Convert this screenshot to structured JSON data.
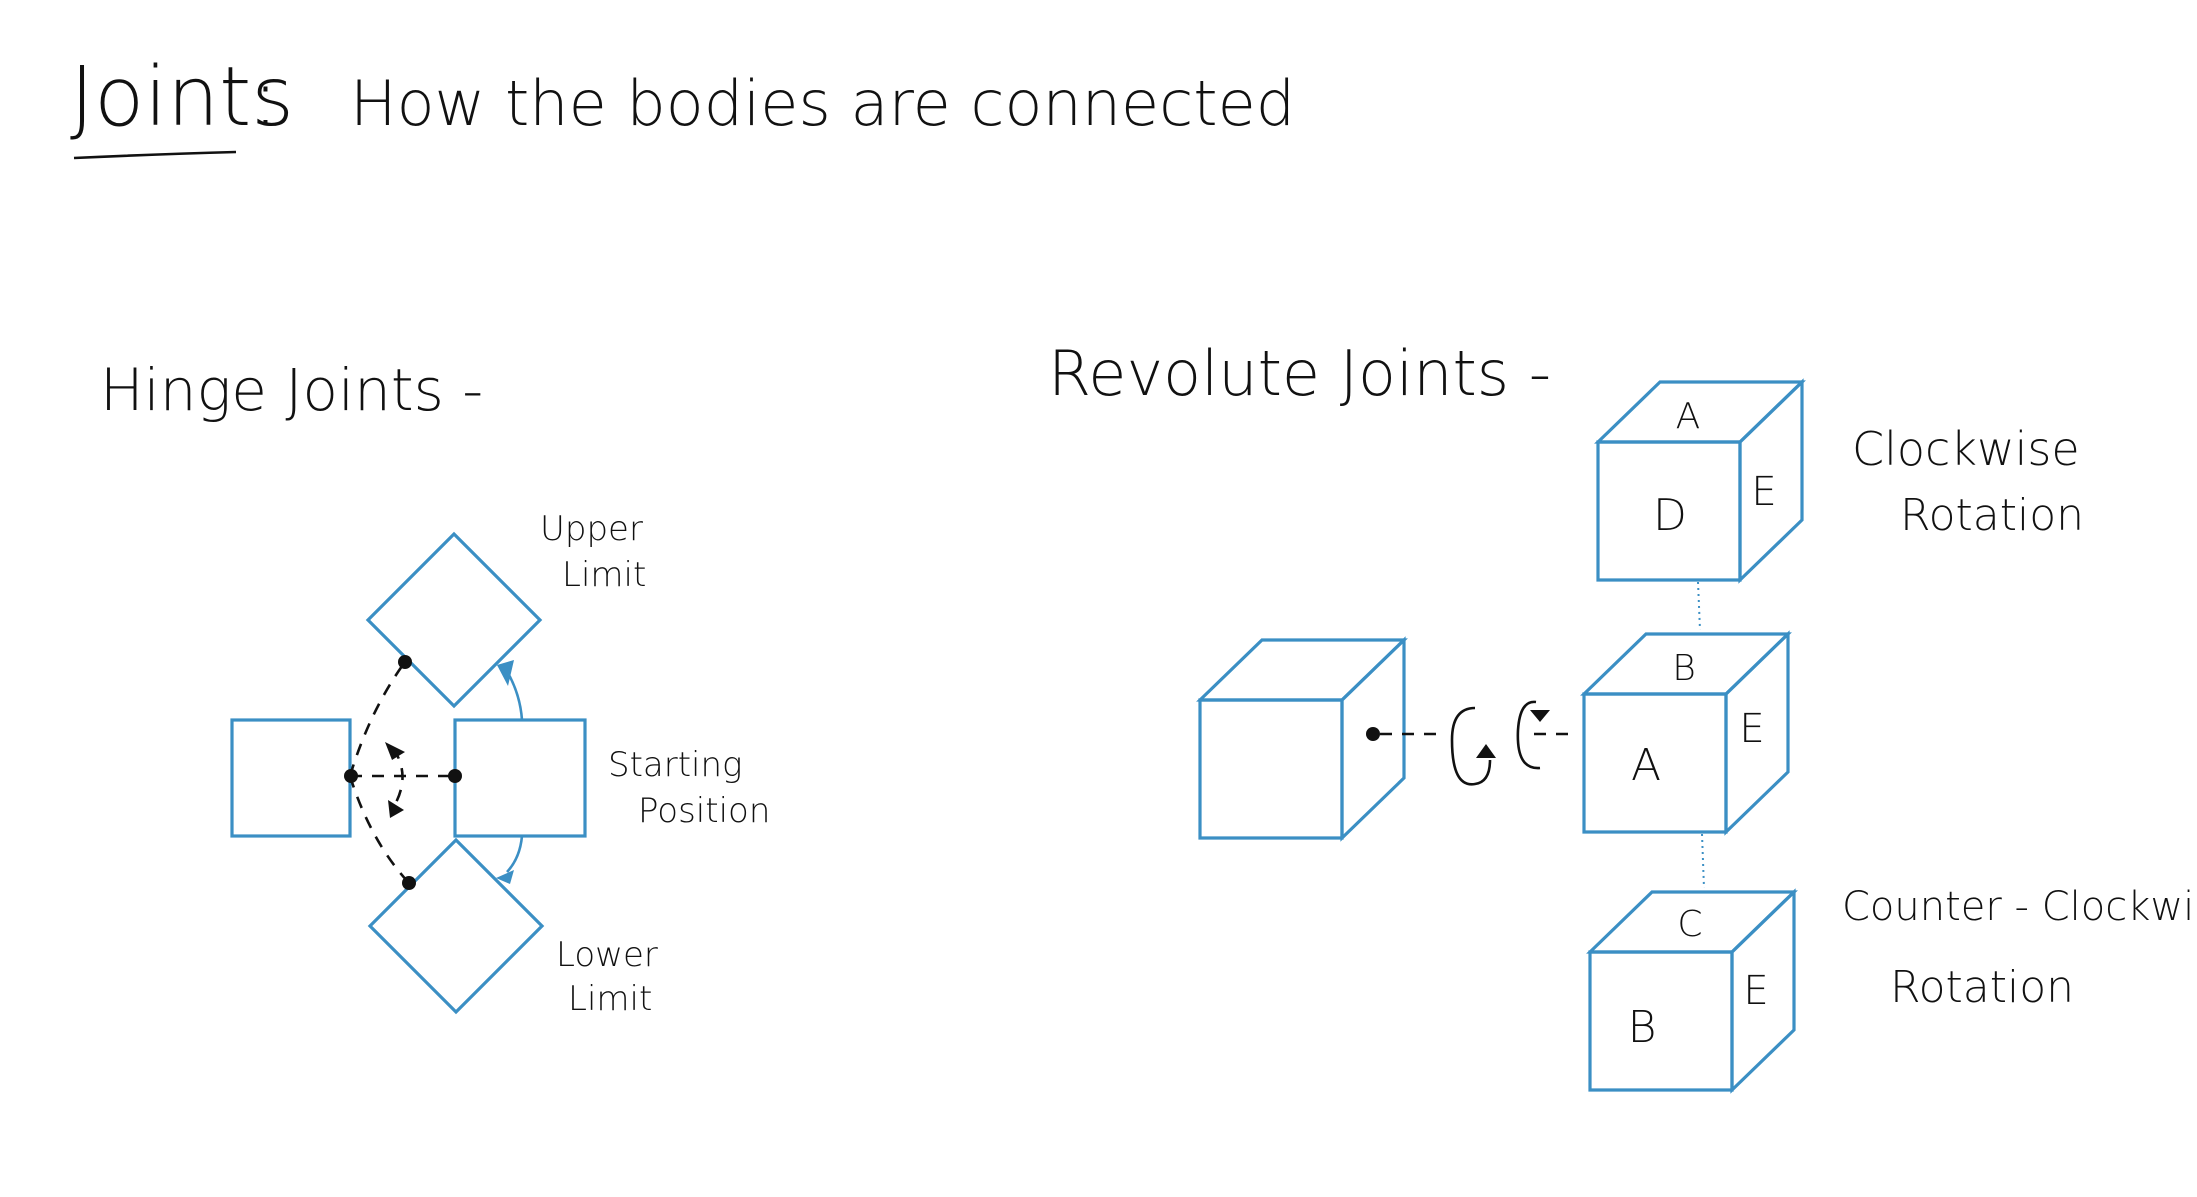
{
  "header": {
    "title": "Joints",
    "colon": ":",
    "subtitle": "How the bodies are connected"
  },
  "hinge": {
    "heading": "Hinge Joints -",
    "upper_limit_line1": "Upper",
    "upper_limit_line2": "Limit",
    "starting_line1": "Starting",
    "starting_line2": "Position",
    "lower_limit_line1": "Lower",
    "lower_limit_line2": "Limit"
  },
  "revolute": {
    "heading": "Revolute Joints -",
    "top_cube": {
      "top": "A",
      "front": "D",
      "side": "E"
    },
    "middle_cube": {
      "top": "B",
      "front": "A",
      "side": "E"
    },
    "bottom_cube": {
      "top": "C",
      "front": "B",
      "side": "E"
    },
    "clockwise_line1": "Clockwise",
    "clockwise_line2": "Rotation",
    "ccw_line1": "Counter - Clockwise",
    "ccw_line2": "Rotation"
  },
  "colors": {
    "shape_stroke": "#3b8fc4",
    "ink": "#111111",
    "background": "#ffffff"
  }
}
